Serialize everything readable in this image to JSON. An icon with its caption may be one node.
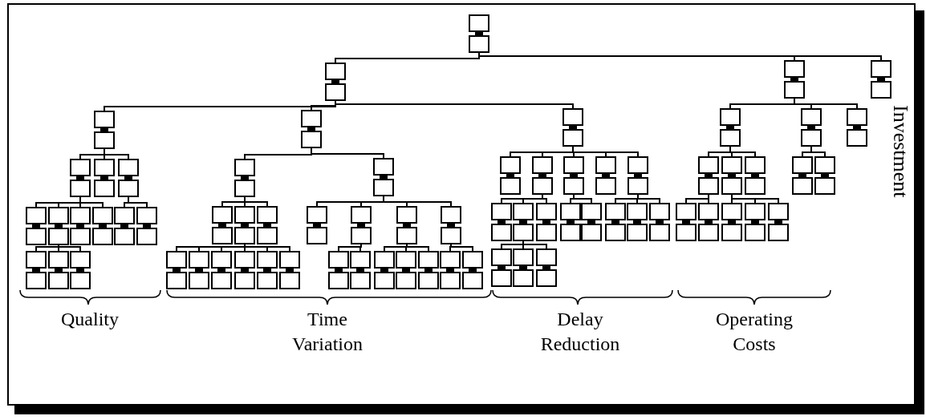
{
  "diagram": {
    "nodes": [
      {
        "text": [],
        "shape": "box"
      },
      {
        "text": [],
        "shape": "box"
      },
      {
        "text": [],
        "shape": "box"
      },
      {
        "text": [],
        "shape": "box",
        "beside": [
          "Investment"
        ]
      },
      {
        "text": [],
        "shape": "box"
      },
      {
        "text": [],
        "shape": "box"
      },
      {
        "text": [],
        "shape": "box"
      },
      {
        "text": [],
        "shape": "box"
      },
      {
        "text": [],
        "shape": "box"
      },
      {
        "text": [],
        "shape": "box"
      },
      {
        "text": [],
        "shape": "box"
      },
      {
        "text": [],
        "shape": "box"
      },
      {
        "text": [],
        "shape": "box"
      },
      {
        "text": [],
        "shape": "box"
      },
      {
        "text": [],
        "shape": "box"
      },
      {
        "text": [],
        "shape": "box"
      },
      {
        "text": [],
        "shape": "box"
      },
      {
        "text": [],
        "shape": "box"
      },
      {
        "text": [],
        "shape": "box"
      },
      {
        "text": [],
        "shape": "box"
      },
      {
        "text": [],
        "shape": "box"
      },
      {
        "text": [],
        "shape": "box"
      },
      {
        "text": [],
        "shape": "box"
      },
      {
        "text": [],
        "shape": "box"
      },
      {
        "text": [],
        "shape": "box"
      },
      {
        "text": [],
        "shape": "box"
      },
      {
        "text": [],
        "shape": "box"
      },
      {
        "text": [],
        "shape": "box"
      },
      {
        "text": [],
        "shape": "box"
      },
      {
        "text": [],
        "shape": "box"
      },
      {
        "text": [],
        "shape": "box"
      },
      {
        "text": [],
        "shape": "box"
      },
      {
        "text": [],
        "shape": "box"
      },
      {
        "text": [],
        "shape": "box"
      },
      {
        "text": [],
        "shape": "box"
      },
      {
        "text": [],
        "shape": "box"
      },
      {
        "text": [],
        "shape": "box"
      },
      {
        "text": [],
        "shape": "box"
      },
      {
        "text": [],
        "shape": "box"
      },
      {
        "text": [],
        "shape": "box"
      },
      {
        "text": [],
        "shape": "box"
      },
      {
        "text": [],
        "shape": "box"
      },
      {
        "text": [],
        "shape": "box"
      },
      {
        "text": [],
        "shape": "box"
      },
      {
        "text": [],
        "shape": "box"
      },
      {
        "text": [],
        "shape": "box"
      },
      {
        "text": [],
        "shape": "box"
      },
      {
        "text": [],
        "shape": "box"
      },
      {
        "text": [],
        "shape": "box"
      },
      {
        "text": [],
        "shape": "box"
      },
      {
        "text": [],
        "shape": "box"
      },
      {
        "text": [],
        "shape": "box"
      },
      {
        "text": [],
        "shape": "box"
      },
      {
        "text": [],
        "shape": "box"
      },
      {
        "text": [],
        "shape": "box"
      },
      {
        "text": [],
        "shape": "box"
      },
      {
        "text": [],
        "shape": "box"
      },
      {
        "text": [],
        "shape": "box"
      },
      {
        "text": [],
        "shape": "box"
      },
      {
        "text": [],
        "shape": "box"
      },
      {
        "text": [],
        "shape": "box"
      },
      {
        "text": [],
        "shape": "box"
      },
      {
        "text": [],
        "shape": "box"
      },
      {
        "text": [],
        "shape": "box"
      },
      {
        "text": [],
        "shape": "box"
      },
      {
        "text": [],
        "shape": "box"
      },
      {
        "text": [],
        "shape": "box"
      },
      {
        "text": [],
        "shape": "box"
      },
      {
        "text": [],
        "shape": "box"
      },
      {
        "text": [],
        "shape": "box"
      }
    ],
    "edges": [
      {
        "from": 0,
        "to": 1,
        "arrow": "none"
      },
      {
        "from": 0,
        "to": 2,
        "arrow": "none"
      },
      {
        "from": 0,
        "to": 3,
        "arrow": "none"
      },
      {
        "from": 1,
        "to": 4,
        "arrow": "none"
      },
      {
        "from": 1,
        "to": 5,
        "arrow": "none"
      },
      {
        "from": 1,
        "to": 6,
        "arrow": "none"
      },
      {
        "from": 2,
        "to": 7,
        "arrow": "none"
      },
      {
        "from": 2,
        "to": 8,
        "arrow": "none"
      },
      {
        "from": 2,
        "to": 9,
        "arrow": "none"
      },
      {
        "from": 4,
        "to": 10,
        "arrow": "none"
      },
      {
        "from": 4,
        "to": 11,
        "arrow": "none"
      },
      {
        "from": 4,
        "to": 12,
        "arrow": "none"
      },
      {
        "from": 10,
        "to": 13,
        "arrow": "none"
      },
      {
        "from": 10,
        "to": 14,
        "arrow": "none"
      },
      {
        "from": 10,
        "to": 15,
        "arrow": "none"
      },
      {
        "from": 10,
        "to": 16,
        "arrow": "none"
      },
      {
        "from": 12,
        "to": 17,
        "arrow": "none"
      },
      {
        "from": 12,
        "to": 18,
        "arrow": "none"
      },
      {
        "from": 14,
        "to": 19,
        "arrow": "none"
      },
      {
        "from": 14,
        "to": 20,
        "arrow": "none"
      },
      {
        "from": 14,
        "to": 21,
        "arrow": "none"
      },
      {
        "from": 5,
        "to": 22,
        "arrow": "none"
      },
      {
        "from": 5,
        "to": 23,
        "arrow": "none"
      },
      {
        "from": 22,
        "to": 24,
        "arrow": "none"
      },
      {
        "from": 22,
        "to": 25,
        "arrow": "none"
      },
      {
        "from": 22,
        "to": 26,
        "arrow": "none"
      },
      {
        "from": 25,
        "to": 27,
        "arrow": "none"
      },
      {
        "from": 25,
        "to": 28,
        "arrow": "none"
      },
      {
        "from": 25,
        "to": 29,
        "arrow": "none"
      },
      {
        "from": 25,
        "to": 30,
        "arrow": "none"
      },
      {
        "from": 25,
        "to": 31,
        "arrow": "none"
      },
      {
        "from": 25,
        "to": 32,
        "arrow": "none"
      },
      {
        "from": 23,
        "to": 33,
        "arrow": "none"
      },
      {
        "from": 23,
        "to": 34,
        "arrow": "none"
      },
      {
        "from": 23,
        "to": 35,
        "arrow": "none"
      },
      {
        "from": 23,
        "to": 36,
        "arrow": "none"
      },
      {
        "from": 34,
        "to": 37,
        "arrow": "none"
      },
      {
        "from": 34,
        "to": 38,
        "arrow": "none"
      },
      {
        "from": 35,
        "to": 39,
        "arrow": "none"
      },
      {
        "from": 35,
        "to": 40,
        "arrow": "none"
      },
      {
        "from": 35,
        "to": 41,
        "arrow": "none"
      },
      {
        "from": 36,
        "to": 42,
        "arrow": "none"
      },
      {
        "from": 36,
        "to": 43,
        "arrow": "none"
      },
      {
        "from": 6,
        "to": 44,
        "arrow": "none"
      },
      {
        "from": 6,
        "to": 45,
        "arrow": "none"
      },
      {
        "from": 6,
        "to": 46,
        "arrow": "none"
      },
      {
        "from": 6,
        "to": 47,
        "arrow": "none"
      },
      {
        "from": 6,
        "to": 48,
        "arrow": "none"
      },
      {
        "from": 45,
        "to": 49,
        "arrow": "none"
      },
      {
        "from": 45,
        "to": 50,
        "arrow": "none"
      },
      {
        "from": 45,
        "to": 51,
        "arrow": "none"
      },
      {
        "from": 46,
        "to": 52,
        "arrow": "none"
      },
      {
        "from": 46,
        "to": 53,
        "arrow": "none"
      },
      {
        "from": 48,
        "to": 54,
        "arrow": "none"
      },
      {
        "from": 48,
        "to": 55,
        "arrow": "none"
      },
      {
        "from": 48,
        "to": 56,
        "arrow": "none"
      },
      {
        "from": 50,
        "to": 57,
        "arrow": "none"
      },
      {
        "from": 50,
        "to": 58,
        "arrow": "none"
      },
      {
        "from": 50,
        "to": 59,
        "arrow": "none"
      },
      {
        "from": 7,
        "to": 60,
        "arrow": "none"
      },
      {
        "from": 7,
        "to": 61,
        "arrow": "none"
      },
      {
        "from": 7,
        "to": 62,
        "arrow": "none"
      },
      {
        "from": 60,
        "to": 63,
        "arrow": "none"
      },
      {
        "from": 60,
        "to": 64,
        "arrow": "none"
      },
      {
        "from": 61,
        "to": 65,
        "arrow": "none"
      },
      {
        "from": 61,
        "to": 66,
        "arrow": "none"
      },
      {
        "from": 61,
        "to": 67,
        "arrow": "none"
      },
      {
        "from": 8,
        "to": 68,
        "arrow": "none"
      },
      {
        "from": 8,
        "to": 69,
        "arrow": "none"
      }
    ],
    "labels": [
      "Quality",
      "Time Variation",
      "Delay Reduction",
      "Operating Costs"
    ]
  }
}
